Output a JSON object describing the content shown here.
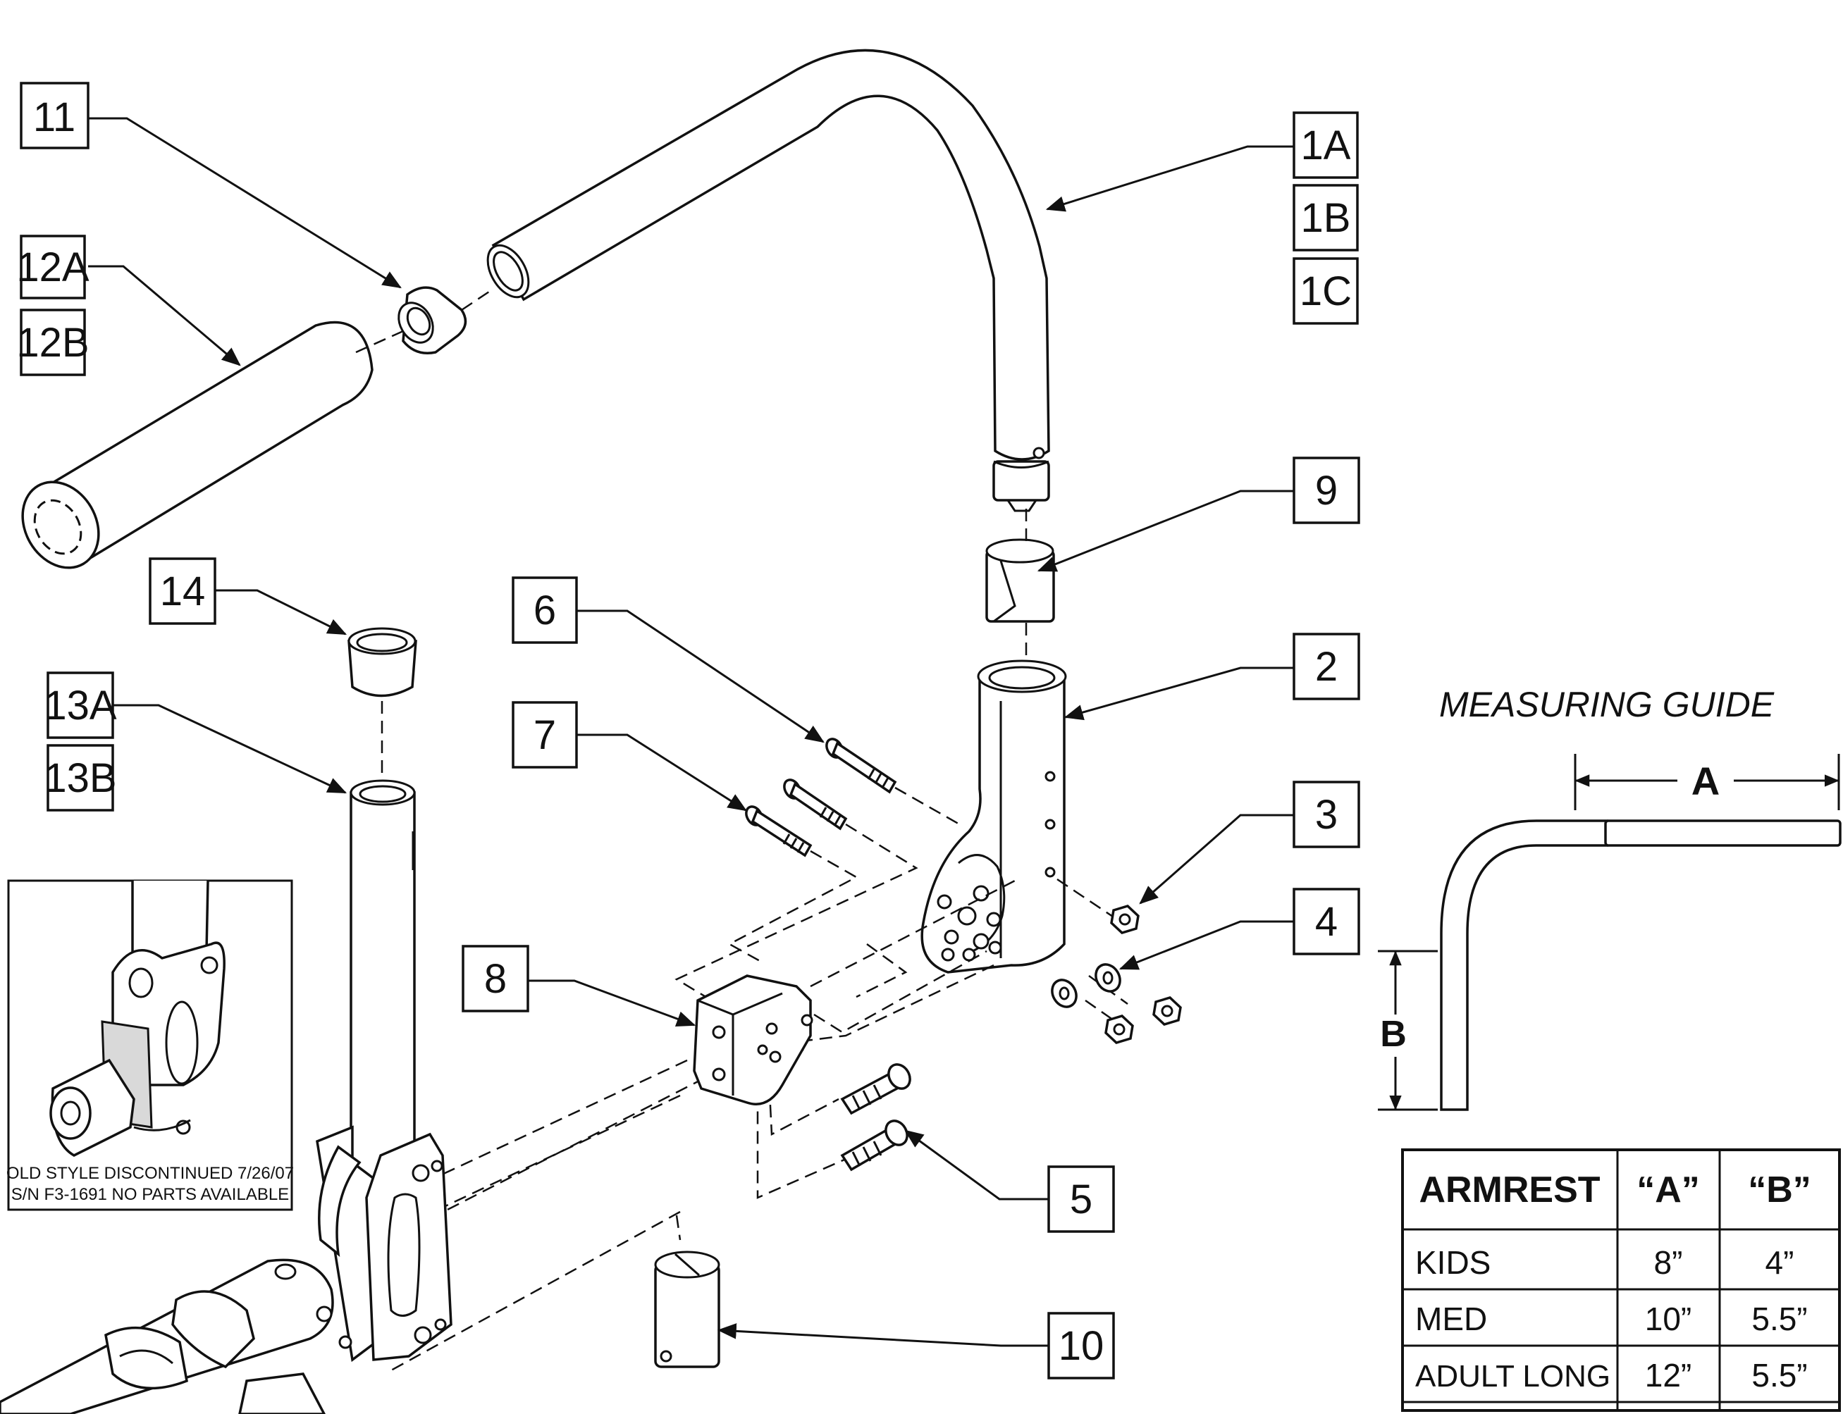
{
  "callouts": {
    "c11": "11",
    "c12a": "12A",
    "c12b": "12B",
    "c1a": "1A",
    "c1b": "1B",
    "c1c": "1C",
    "c14": "14",
    "c13a": "13A",
    "c13b": "13B",
    "c9": "9",
    "c6": "6",
    "c2": "2",
    "c7": "7",
    "c3": "3",
    "c4": "4",
    "c8": "8",
    "c5": "5",
    "c10": "10"
  },
  "inset": {
    "line1": "OLD STYLE DISCONTINUED 7/26/07",
    "line2": "S/N F3-1691 NO PARTS AVAILABLE"
  },
  "guide": {
    "title": "MEASURING GUIDE",
    "dim_a": "A",
    "dim_b": "B"
  },
  "table": {
    "headers": [
      "ARMREST",
      "“A”",
      "“B”"
    ],
    "rows": [
      [
        "KIDS",
        "8”",
        "4”"
      ],
      [
        "MED",
        "10”",
        "5.5”"
      ],
      [
        "ADULT LONG",
        "12”",
        "5.5”"
      ]
    ]
  },
  "arrowheads": [
    {
      "label": "11",
      "angle": 0
    }
  ]
}
